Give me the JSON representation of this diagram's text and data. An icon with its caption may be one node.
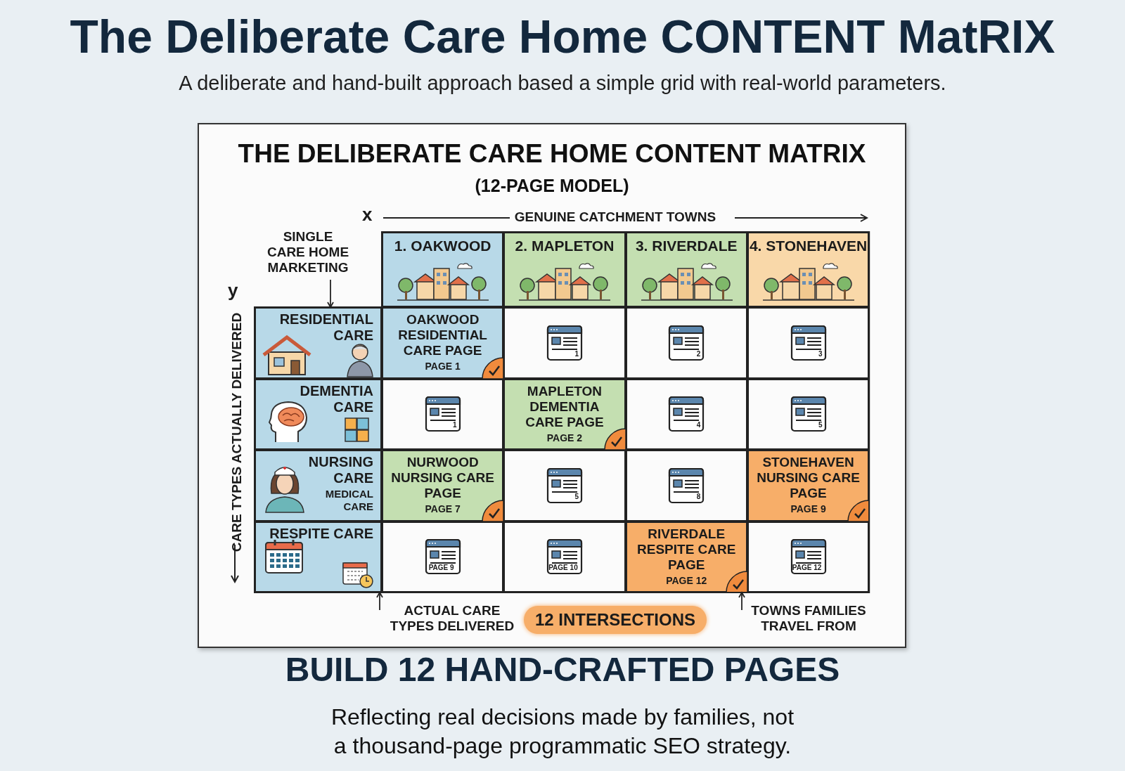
{
  "diagram": {
    "title": "The Deliberate Care Home CONTENT MatRIX",
    "caption": "Reflecting real decisions made by families, not a thousand-page programmatic SEO strategy.",
    "nodes": [
      {
        "text": [
          "SINGLE CARE HOME MARKETING"
        ]
      },
      {
        "text": [
          "ACTUAL CARE TYPES DELIVERED"
        ]
      },
      {
        "text": [
          "TOWNS FAMILIES TRAVEL FROM"
        ]
      },
      {
        "text": [],
        "shape": "box"
      }
    ],
    "edges": [
      {
        "from": 0,
        "to": 3,
        "arrow": "to"
      },
      {
        "from": 1,
        "to": 3,
        "arrow": "to"
      },
      {
        "from": 2,
        "to": 3,
        "arrow": "to"
      }
    ],
    "labels": [
      "A deliberate and hand-built approach based a simple grid with real-world parameters.",
      "THE DELIBERATE CARE HOME CONTENT MATRIX",
      "(12-PAGE MODEL)",
      "x",
      "GENUINE CATCHMENT TOWNS",
      "1. OAKWOOD",
      "2. MAPLETON",
      "3. RIVERDALE",
      "4. STONEHAVEN",
      "y",
      "CARE TYPES ACTUALLY DELIVERED",
      "RESIDENTIAL CARE",
      "OAKWOOD RESIDENTIAL CARE PAGE",
      "PAGE 1",
      "1",
      "2",
      "3",
      "DEMENTIA CARE",
      "1",
      "MAPLETON DEMENTIA CARE PAGE",
      "PAGE 2",
      "4",
      "5",
      "NURSING CARE",
      "MEDICAL CARE",
      "NURWOOD NURSING CARE PAGE",
      "PAGE 7",
      "5",
      "8",
      "STONEHAVEN NURSING CARE PAGE",
      "PAGE 9",
      "RESPITE CARE",
      "PAGE 9",
      "PAGE 10",
      "RIVERDALE RESPITE CARE PAGE",
      "PAGE 12",
      "PAGE 12",
      "12 INTERSECTIONS",
      "BUILD 12 HAND-CRAFTED PAGES"
    ]
  }
}
